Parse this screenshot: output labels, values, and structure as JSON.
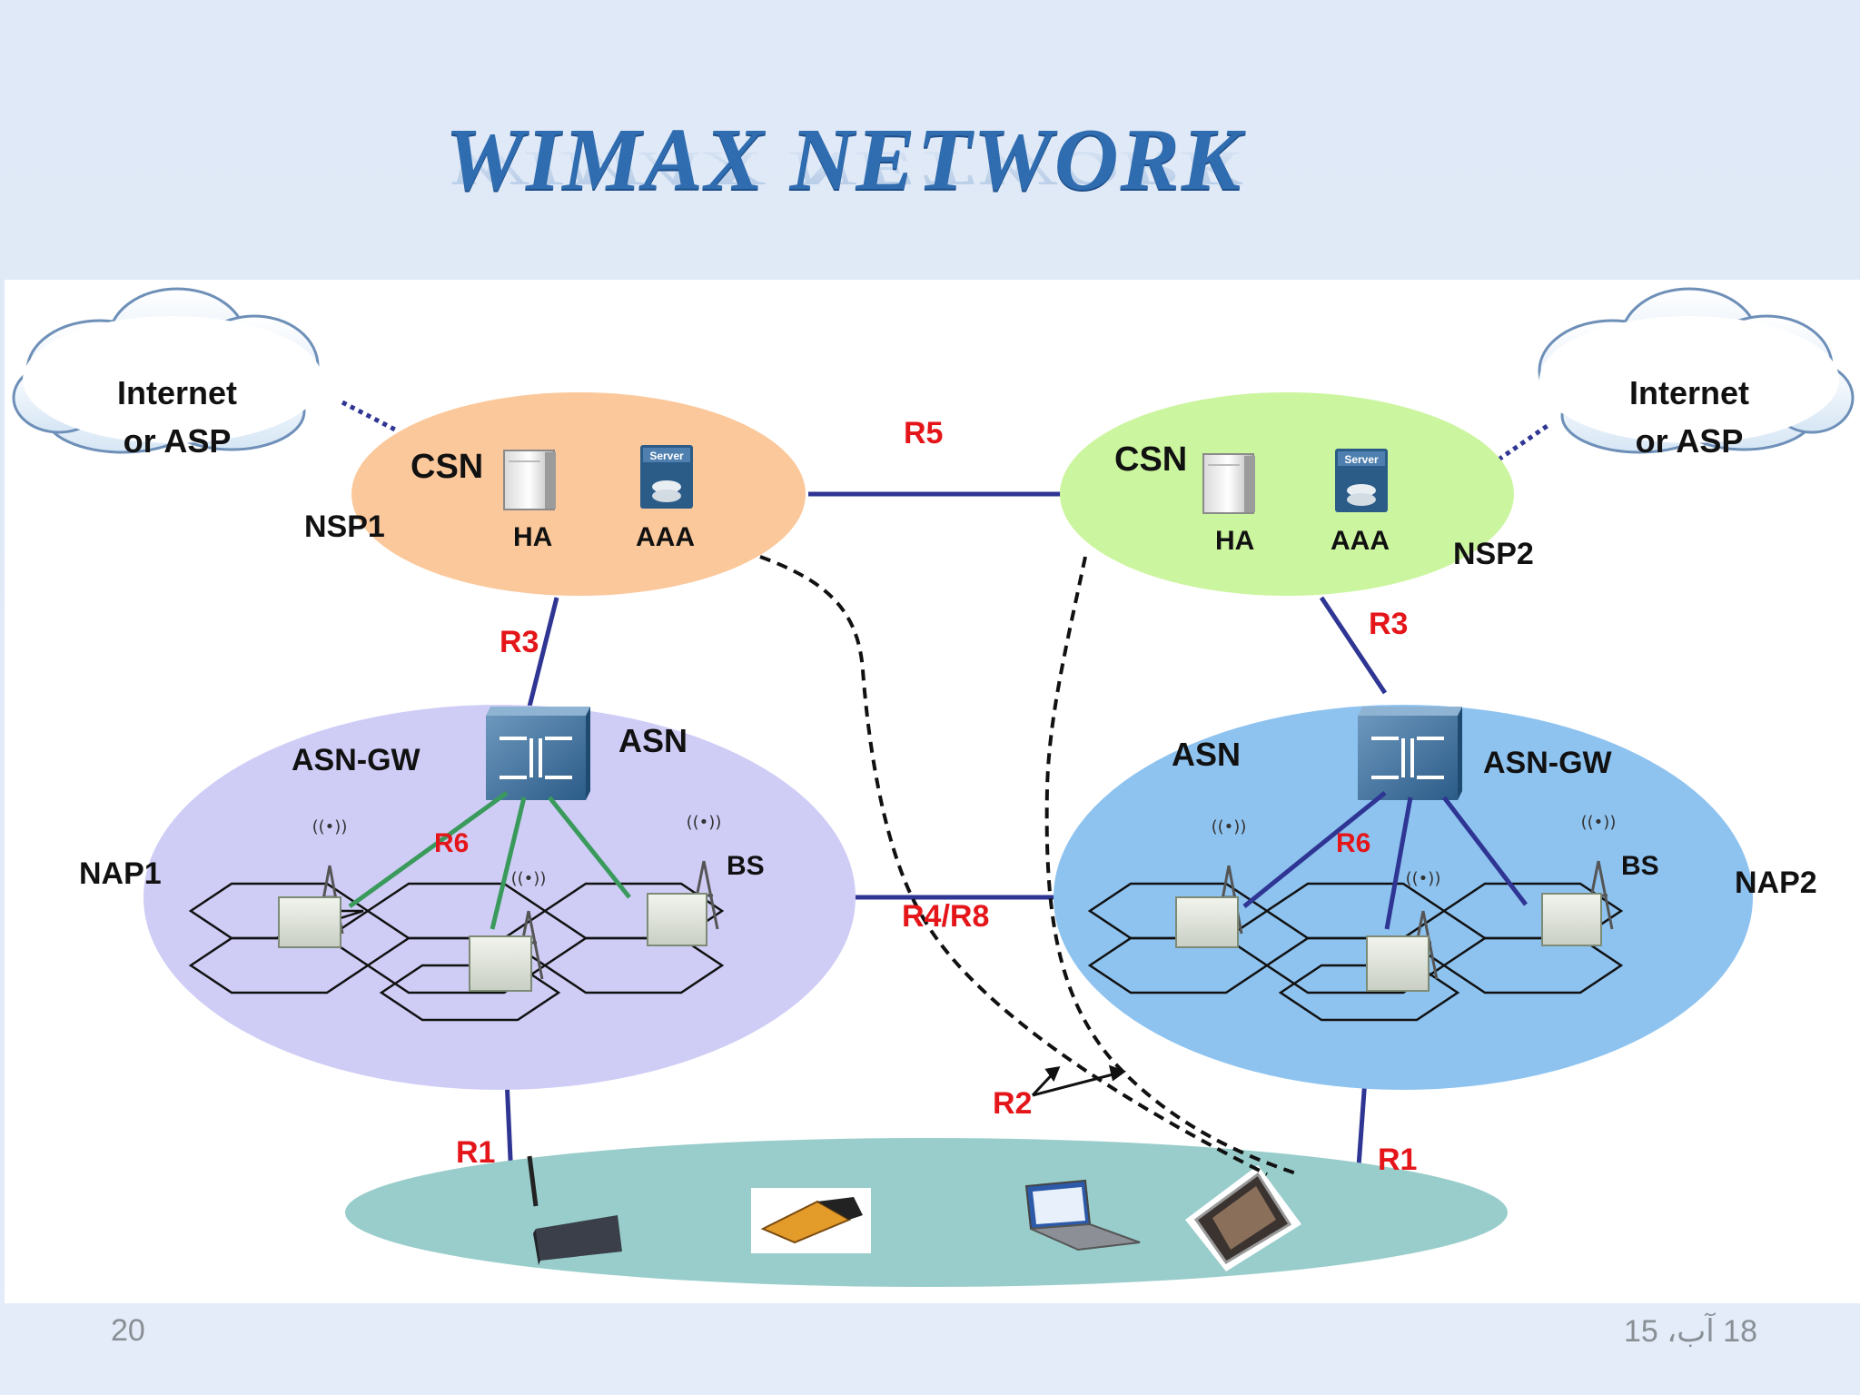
{
  "slide": {
    "title": "WIMAX NETWORK",
    "number": "20",
    "date": "18 آب، 15"
  },
  "colors": {
    "title": "#2f6cb0",
    "nsp1_fill": "#fbc89b",
    "nsp2_fill": "#ccf59f",
    "nap1_fill": "#cfcdf6",
    "nap2_fill": "#8ec3f0",
    "subscriber_fill": "#98cdcb",
    "link": "#2f3593",
    "bs_link_left": "#3a9a5c",
    "ref_label": "#e4161a"
  },
  "diagram": {
    "cloud_left": {
      "line1": "Internet",
      "line2": "or ASP"
    },
    "cloud_right": {
      "line1": "Internet",
      "line2": "or ASP"
    },
    "nsp1": {
      "name": "NSP1",
      "csn": "CSN",
      "ha": "HA",
      "aaa": "AAA",
      "server_tag": "Server"
    },
    "nsp2": {
      "name": "NSP2",
      "csn": "CSN",
      "ha": "HA",
      "aaa": "AAA",
      "server_tag": "Server"
    },
    "nap1": {
      "name": "NAP1",
      "asn": "ASN",
      "gateway": "ASN-GW",
      "bs": "BS"
    },
    "nap2": {
      "name": "NAP2",
      "asn": "ASN",
      "gateway": "ASN-GW",
      "bs": "BS"
    },
    "reference_points": {
      "r5": "R5",
      "r3_left": "R3",
      "r3_right": "R3",
      "r6_left": "R6",
      "r6_right": "R6",
      "r4r8": "R4/R8",
      "r2": "R2",
      "r1_left": "R1",
      "r1_right": "R1"
    },
    "subscriber_devices": [
      "modem-router",
      "pc-card",
      "laptop",
      "pda"
    ]
  }
}
